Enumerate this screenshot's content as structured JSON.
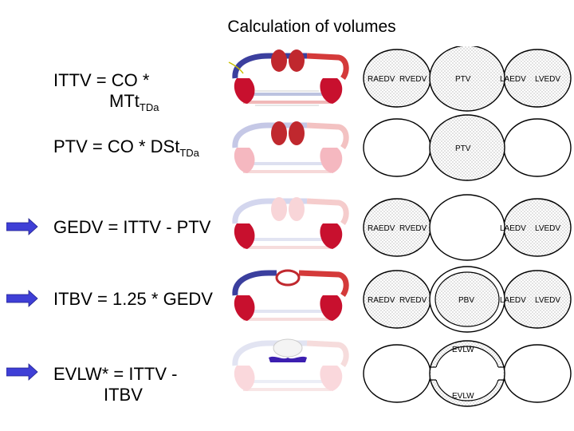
{
  "title": "Calculation of volumes",
  "formulas": [
    {
      "line1": "ITTV = CO *",
      "line2": "MTt",
      "sub": "TDa"
    },
    {
      "text": "PTV  = CO * DSt",
      "sub": "TDa"
    },
    {
      "text": "GEDV = ITTV - PTV"
    },
    {
      "text": "ITBV = 1.25 * GEDV"
    },
    {
      "line1": "EVLW* = ITTV -",
      "line2": "ITBV"
    }
  ],
  "labels": {
    "rae": "RAEDV",
    "rve": "RVEDV",
    "lae": "LAEDV",
    "lve": "LVEDV",
    "ptv": "PTV",
    "pbv": "PBV",
    "evlw": "EVLW"
  },
  "colors": {
    "arrow": "#3f3fd6",
    "heart": "#c8102e",
    "vessel_blue": "#3b3f9e",
    "vessel_red": "#d43a3a",
    "lung": "#c0282e",
    "stipple": "#a0a0a0"
  },
  "arrows_on_rows": [
    3,
    4,
    5
  ]
}
